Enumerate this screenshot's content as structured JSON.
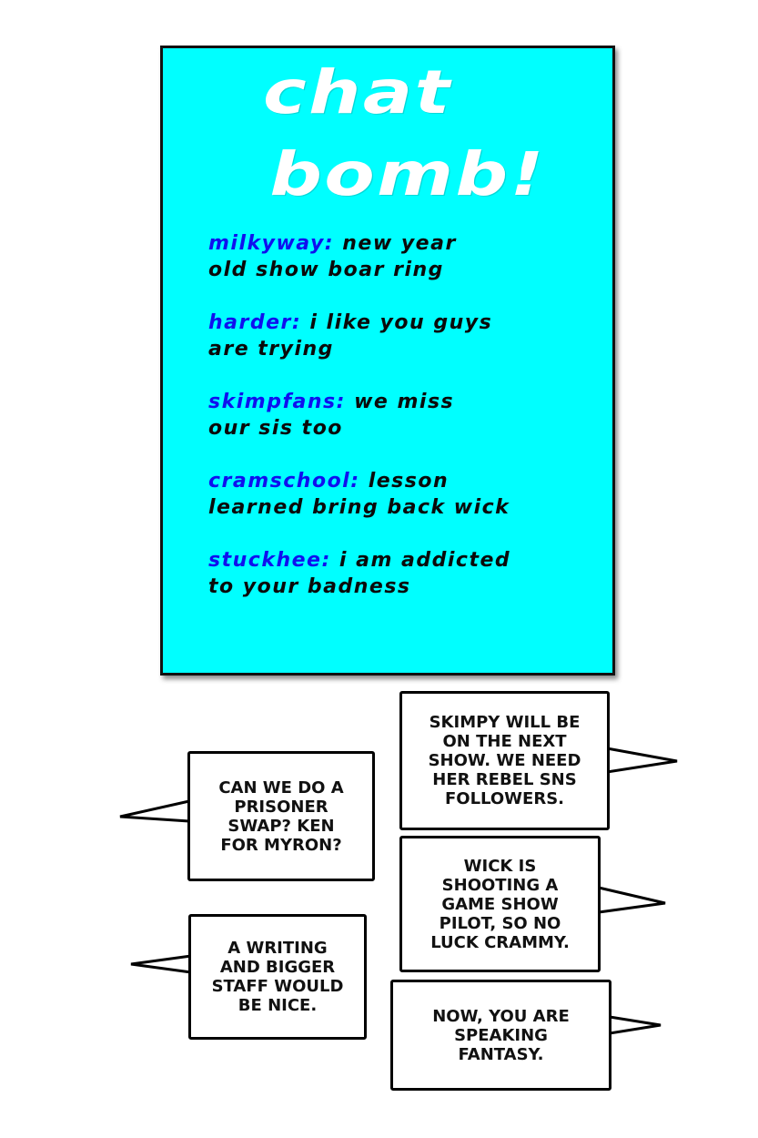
{
  "panel": {
    "title_line1": "chat",
    "title_line2": "bomb!",
    "messages": [
      {
        "user": "milkyway:",
        "text": " new year\nold show boar ring"
      },
      {
        "user": "harder:",
        "text": " i like you guys\nare trying"
      },
      {
        "user": "skimpfans:",
        "text": " we miss\nour sis too"
      },
      {
        "user": "cramschool:",
        "text": " lesson\nlearned bring back wick"
      },
      {
        "user": "stuckhee:",
        "text": " i am addicted\nto your badness"
      }
    ]
  },
  "bubbles": [
    {
      "text": "CAN WE DO A\nPRISONER\nSWAP? KEN\nFOR MYRON?"
    },
    {
      "text": "A WRITING\nAND BIGGER\nSTAFF WOULD\nBE NICE."
    },
    {
      "text": "SKIMPY WILL BE\nON THE NEXT\nSHOW. WE NEED\nHER REBEL SNS\nFOLLOWERS."
    },
    {
      "text": "WICK IS\nSHOOTING A\nGAME SHOW\nPILOT, SO NO\nLUCK CRAMMY."
    },
    {
      "text": "NOW, YOU ARE\nSPEAKING\nFANTASY."
    }
  ],
  "colors": {
    "panel_bg": "#00ffff",
    "username": "#1010ee",
    "title": "#ffffff"
  }
}
